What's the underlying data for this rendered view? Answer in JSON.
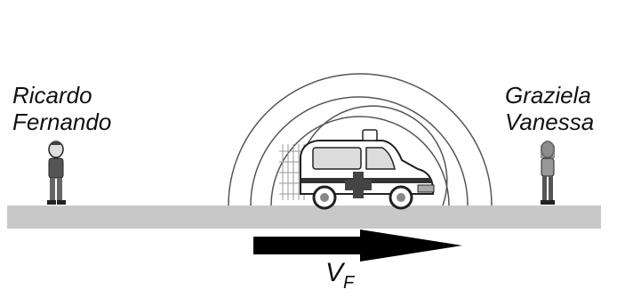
{
  "observers": {
    "left": {
      "first_name": "Ricardo",
      "last_name": "Fernando"
    },
    "right": {
      "first_name": "Graziela",
      "last_name": "Vanessa"
    }
  },
  "velocity": {
    "symbol": "V",
    "subscript": "F"
  },
  "colors": {
    "road": "#c8c8c8",
    "arrow": "#000000",
    "wavefront": "#555555",
    "ambulance_body": "#ffffff",
    "ambulance_trim": "#222222"
  },
  "icons": {
    "ambulance": "ambulance-icon",
    "left_person": "person-icon",
    "right_person": "person-icon",
    "arrow": "arrow-right-icon"
  }
}
